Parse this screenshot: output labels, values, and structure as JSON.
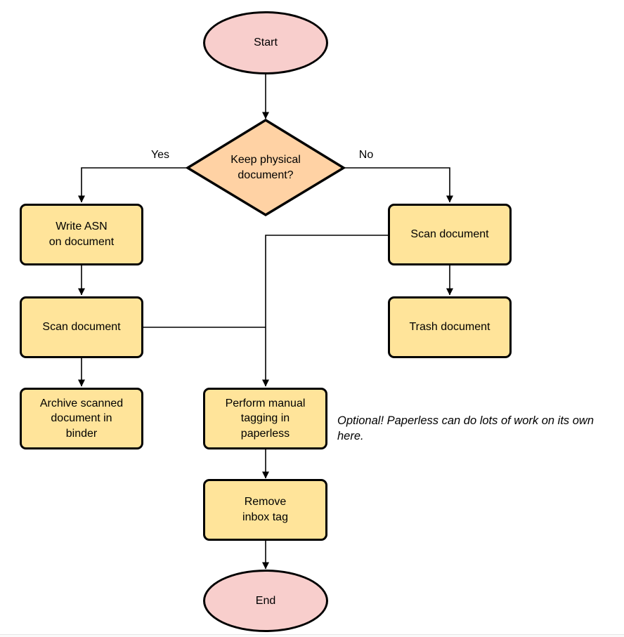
{
  "colors": {
    "background": "#ffffff",
    "terminal_fill": "#f8cecc",
    "decision_fill": "#ffd2a4",
    "process_fill": "#ffe49a",
    "stroke": "#000000",
    "text": "#000000",
    "bottom_divider": "#e6e6e6"
  },
  "nodes": {
    "start": {
      "type": "terminal",
      "label": "Start"
    },
    "decision": {
      "type": "decision",
      "label": "Keep physical\ndocument?"
    },
    "write_asn": {
      "type": "process",
      "label": "Write ASN\non document"
    },
    "scan_left": {
      "type": "process",
      "label": "Scan document"
    },
    "archive": {
      "type": "process",
      "label": "Archive scanned\ndocument in\nbinder"
    },
    "scan_right": {
      "type": "process",
      "label": "Scan document"
    },
    "trash": {
      "type": "process",
      "label": "Trash document"
    },
    "tagging": {
      "type": "process",
      "label": "Perform manual\ntagging in\npaperless"
    },
    "remove_inbox": {
      "type": "process",
      "label": "Remove\ninbox tag"
    },
    "end": {
      "type": "terminal",
      "label": "End"
    }
  },
  "edge_labels": {
    "yes": "Yes",
    "no": "No"
  },
  "annotation": {
    "text": "Optional! Paperless can do lots of work on its own here."
  }
}
